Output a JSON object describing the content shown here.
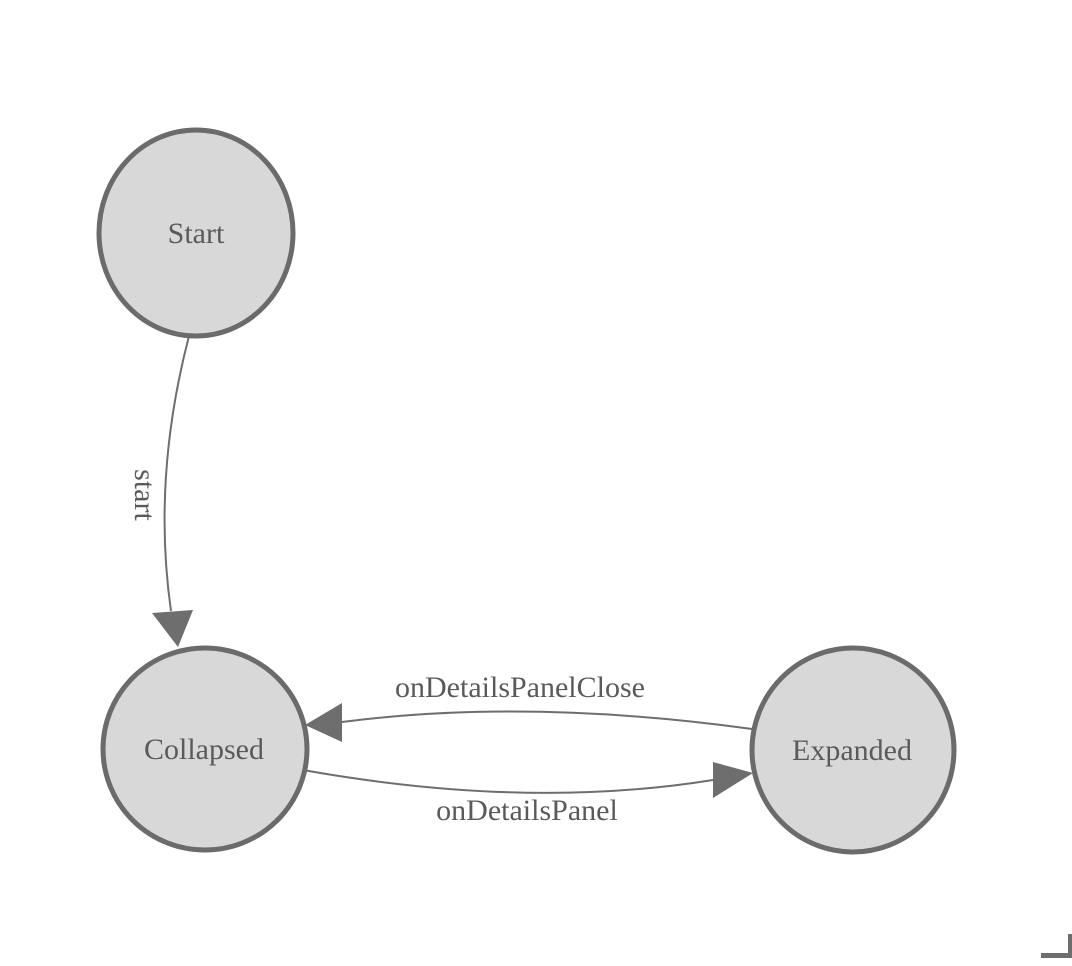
{
  "diagram": {
    "type": "state-machine",
    "nodes": [
      {
        "id": "start-node",
        "label": "Start"
      },
      {
        "id": "collapsed-node",
        "label": "Collapsed"
      },
      {
        "id": "expanded-node",
        "label": "Expanded"
      }
    ],
    "edges": [
      {
        "from": "Start",
        "to": "Collapsed",
        "label": "start"
      },
      {
        "from": "Collapsed",
        "to": "Expanded",
        "label": "onDetailsPanel"
      },
      {
        "from": "Expanded",
        "to": "Collapsed",
        "label": "onDetailsPanelClose"
      }
    ],
    "colors": {
      "background": "#ffffff",
      "node_fill": "#d8d8d8",
      "node_stroke": "#6b6b6b",
      "edge_stroke": "#6e6e6e",
      "arrowhead_fill": "#6e6e6e",
      "label_text": "#5a5a5c",
      "corner_mark": "#6e6e6e"
    }
  }
}
